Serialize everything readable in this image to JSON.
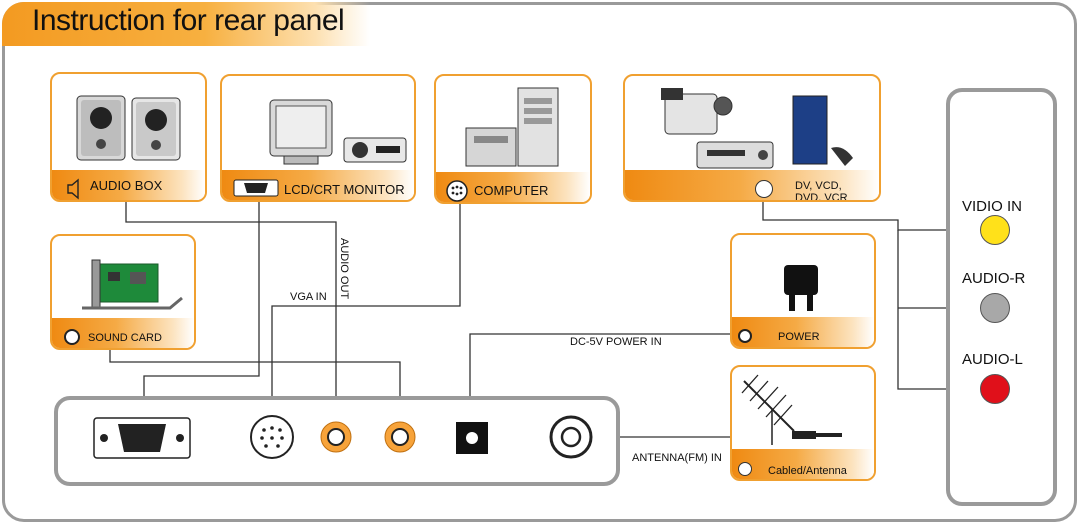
{
  "title": "Instruction for rear panel",
  "cards": {
    "audio_box": "AUDIO BOX",
    "lcd_crt": "LCD/CRT MONITOR",
    "computer": "COMPUTER",
    "dv_line1": "DV, VCD,",
    "dv_line2": "DVD, VCR",
    "sound_card": "SOUND  CARD",
    "power": "POWER",
    "cabled": "Cabled/Antenna"
  },
  "wires": {
    "audio_out": "AUDIO OUT",
    "vga_in": "VGA IN",
    "dc_power": "DC-5V POWER IN",
    "antenna": "ANTENNA(FM) IN"
  },
  "inputs": {
    "video_in": "VIDIO IN",
    "audio_r": "AUDIO-R",
    "audio_l": "AUDIO-L"
  },
  "colors": {
    "accent": "#f0a030",
    "video": "#ffe11a",
    "audio_r": "#a8a8a8",
    "audio_l": "#e0101a",
    "frame": "#9a9a9a"
  }
}
